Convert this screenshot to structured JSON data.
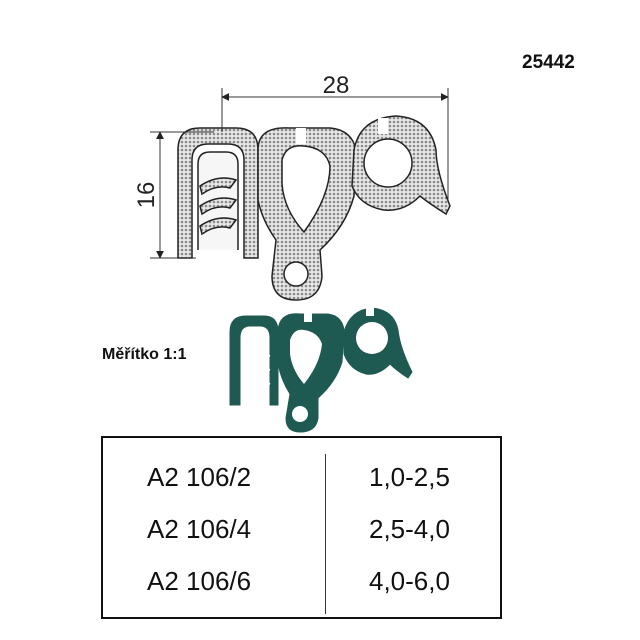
{
  "part_number": "25442",
  "scale_label": "Měřítko 1:1",
  "dimensions": {
    "width": "28",
    "height": "16"
  },
  "table": {
    "rows": [
      {
        "model": "A2 106/2",
        "range": "1,0-2,5"
      },
      {
        "model": "A2 106/4",
        "range": "2,5-4,0"
      },
      {
        "model": "A2 106/6",
        "range": "4,0-6,0"
      }
    ]
  },
  "colors": {
    "profile_fill": "#a9a9a9",
    "scale_profile": "#1f5a52",
    "line": "#222222"
  }
}
